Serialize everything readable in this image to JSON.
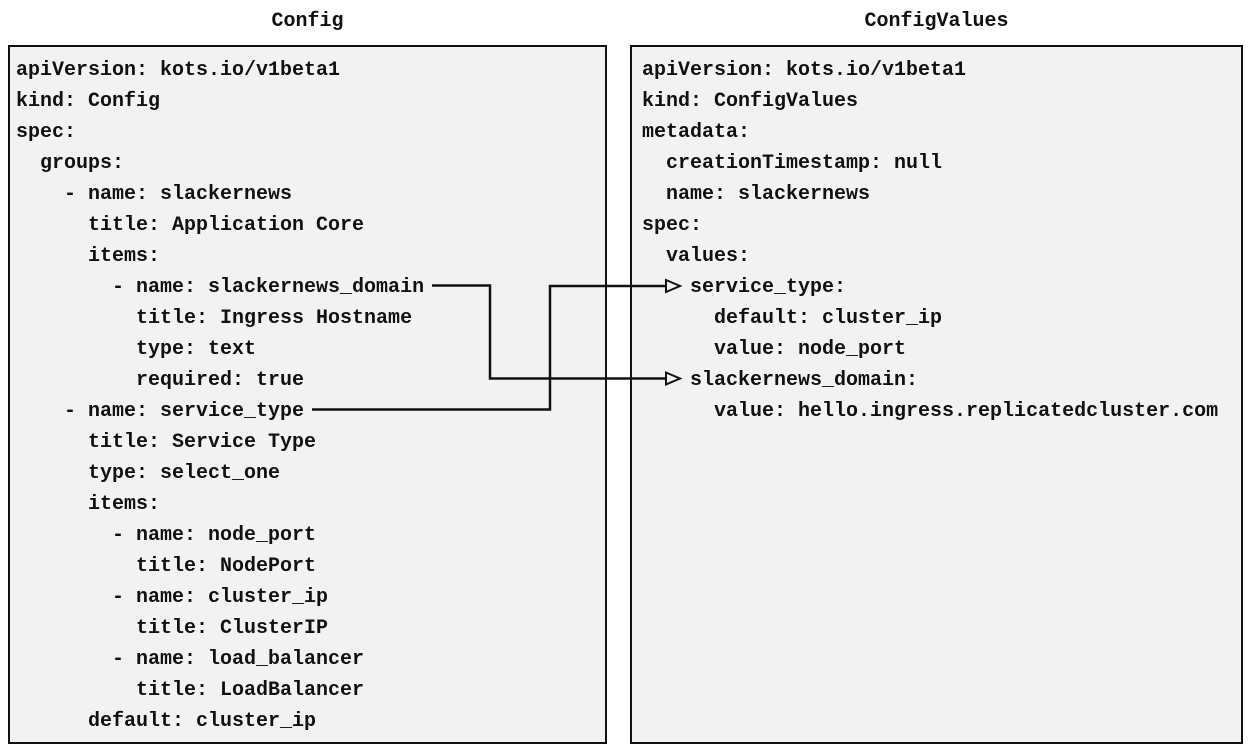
{
  "diagram": {
    "background": "#ffffff",
    "left_panel": {
      "title": "Config",
      "kind": "kots.io Config manifest",
      "lines": [
        "apiVersion: kots.io/v1beta1",
        "kind: Config",
        "spec:",
        "  groups:",
        "    - name: slackernews",
        "      title: Application Core",
        "      items:",
        "        - name: slackernews_domain",
        "          title: Ingress Hostname",
        "          type: text",
        "          required: true",
        "    - name: service_type",
        "      title: Service Type",
        "      type: select_one",
        "      items:",
        "        - name: node_port",
        "          title: NodePort",
        "        - name: cluster_ip",
        "          title: ClusterIP",
        "        - name: load_balancer",
        "          title: LoadBalancer",
        "      default: cluster_ip"
      ]
    },
    "right_panel": {
      "title": "ConfigValues",
      "kind": "kots.io ConfigValues manifest",
      "lines": [
        "apiVersion: kots.io/v1beta1",
        "kind: ConfigValues",
        "metadata:",
        "  creationTimestamp: null",
        "  name: slackernews",
        "spec:",
        "  values:",
        "    service_type:",
        "      default: cluster_ip",
        "      value: node_port",
        "    slackernews_domain:",
        "      value: hello.ingress.replicatedcluster.com"
      ]
    },
    "connections": [
      {
        "from": "Config item name: slackernews_domain",
        "to": "ConfigValues spec.values.slackernews_domain"
      },
      {
        "from": "Config item name: service_type",
        "to": "ConfigValues spec.values.service_type"
      }
    ],
    "colors": {
      "panel_fill": "#f2f2f2",
      "panel_border": "#111111",
      "text": "#111111",
      "arrow": "#111111",
      "background": "#ffffff"
    }
  }
}
